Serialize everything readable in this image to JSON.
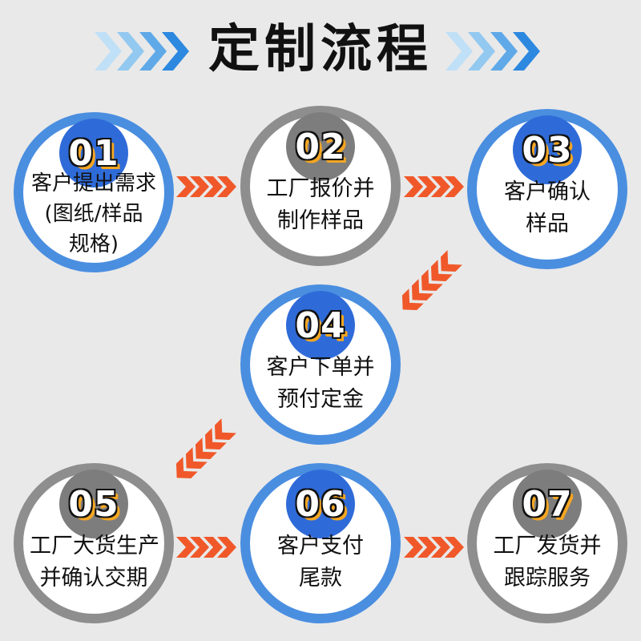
{
  "title": "定制流程",
  "colors": {
    "background": "#e9e9e9",
    "blue_ring": "#4a8ee0",
    "gray_ring": "#8e8e8e",
    "arrow_orange": "#f0582a",
    "number_accent": "#f5a623",
    "title_chevrons": [
      "#bfe0f7",
      "#93c9f0",
      "#5fa9e8",
      "#2d88e0"
    ]
  },
  "steps": [
    {
      "num": "01",
      "lines": [
        "客户提出需求",
        "(图纸/样品",
        "规格)"
      ],
      "ring": "blue"
    },
    {
      "num": "02",
      "lines": [
        "工厂报价并",
        "制作样品"
      ],
      "ring": "gray"
    },
    {
      "num": "03",
      "lines": [
        "客户确认",
        "样品"
      ],
      "ring": "blue"
    },
    {
      "num": "04",
      "lines": [
        "客户下单并",
        "预付定金"
      ],
      "ring": "blue"
    },
    {
      "num": "05",
      "lines": [
        "工厂大货生产",
        "并确认交期"
      ],
      "ring": "gray"
    },
    {
      "num": "06",
      "lines": [
        "客户支付",
        "尾款"
      ],
      "ring": "blue"
    },
    {
      "num": "07",
      "lines": [
        "工厂发货并",
        "跟踪服务"
      ],
      "ring": "gray"
    }
  ],
  "icons": {
    "title_decoration": "chevron-right-icon",
    "flow_arrow": "chevron-arrow-icon"
  }
}
